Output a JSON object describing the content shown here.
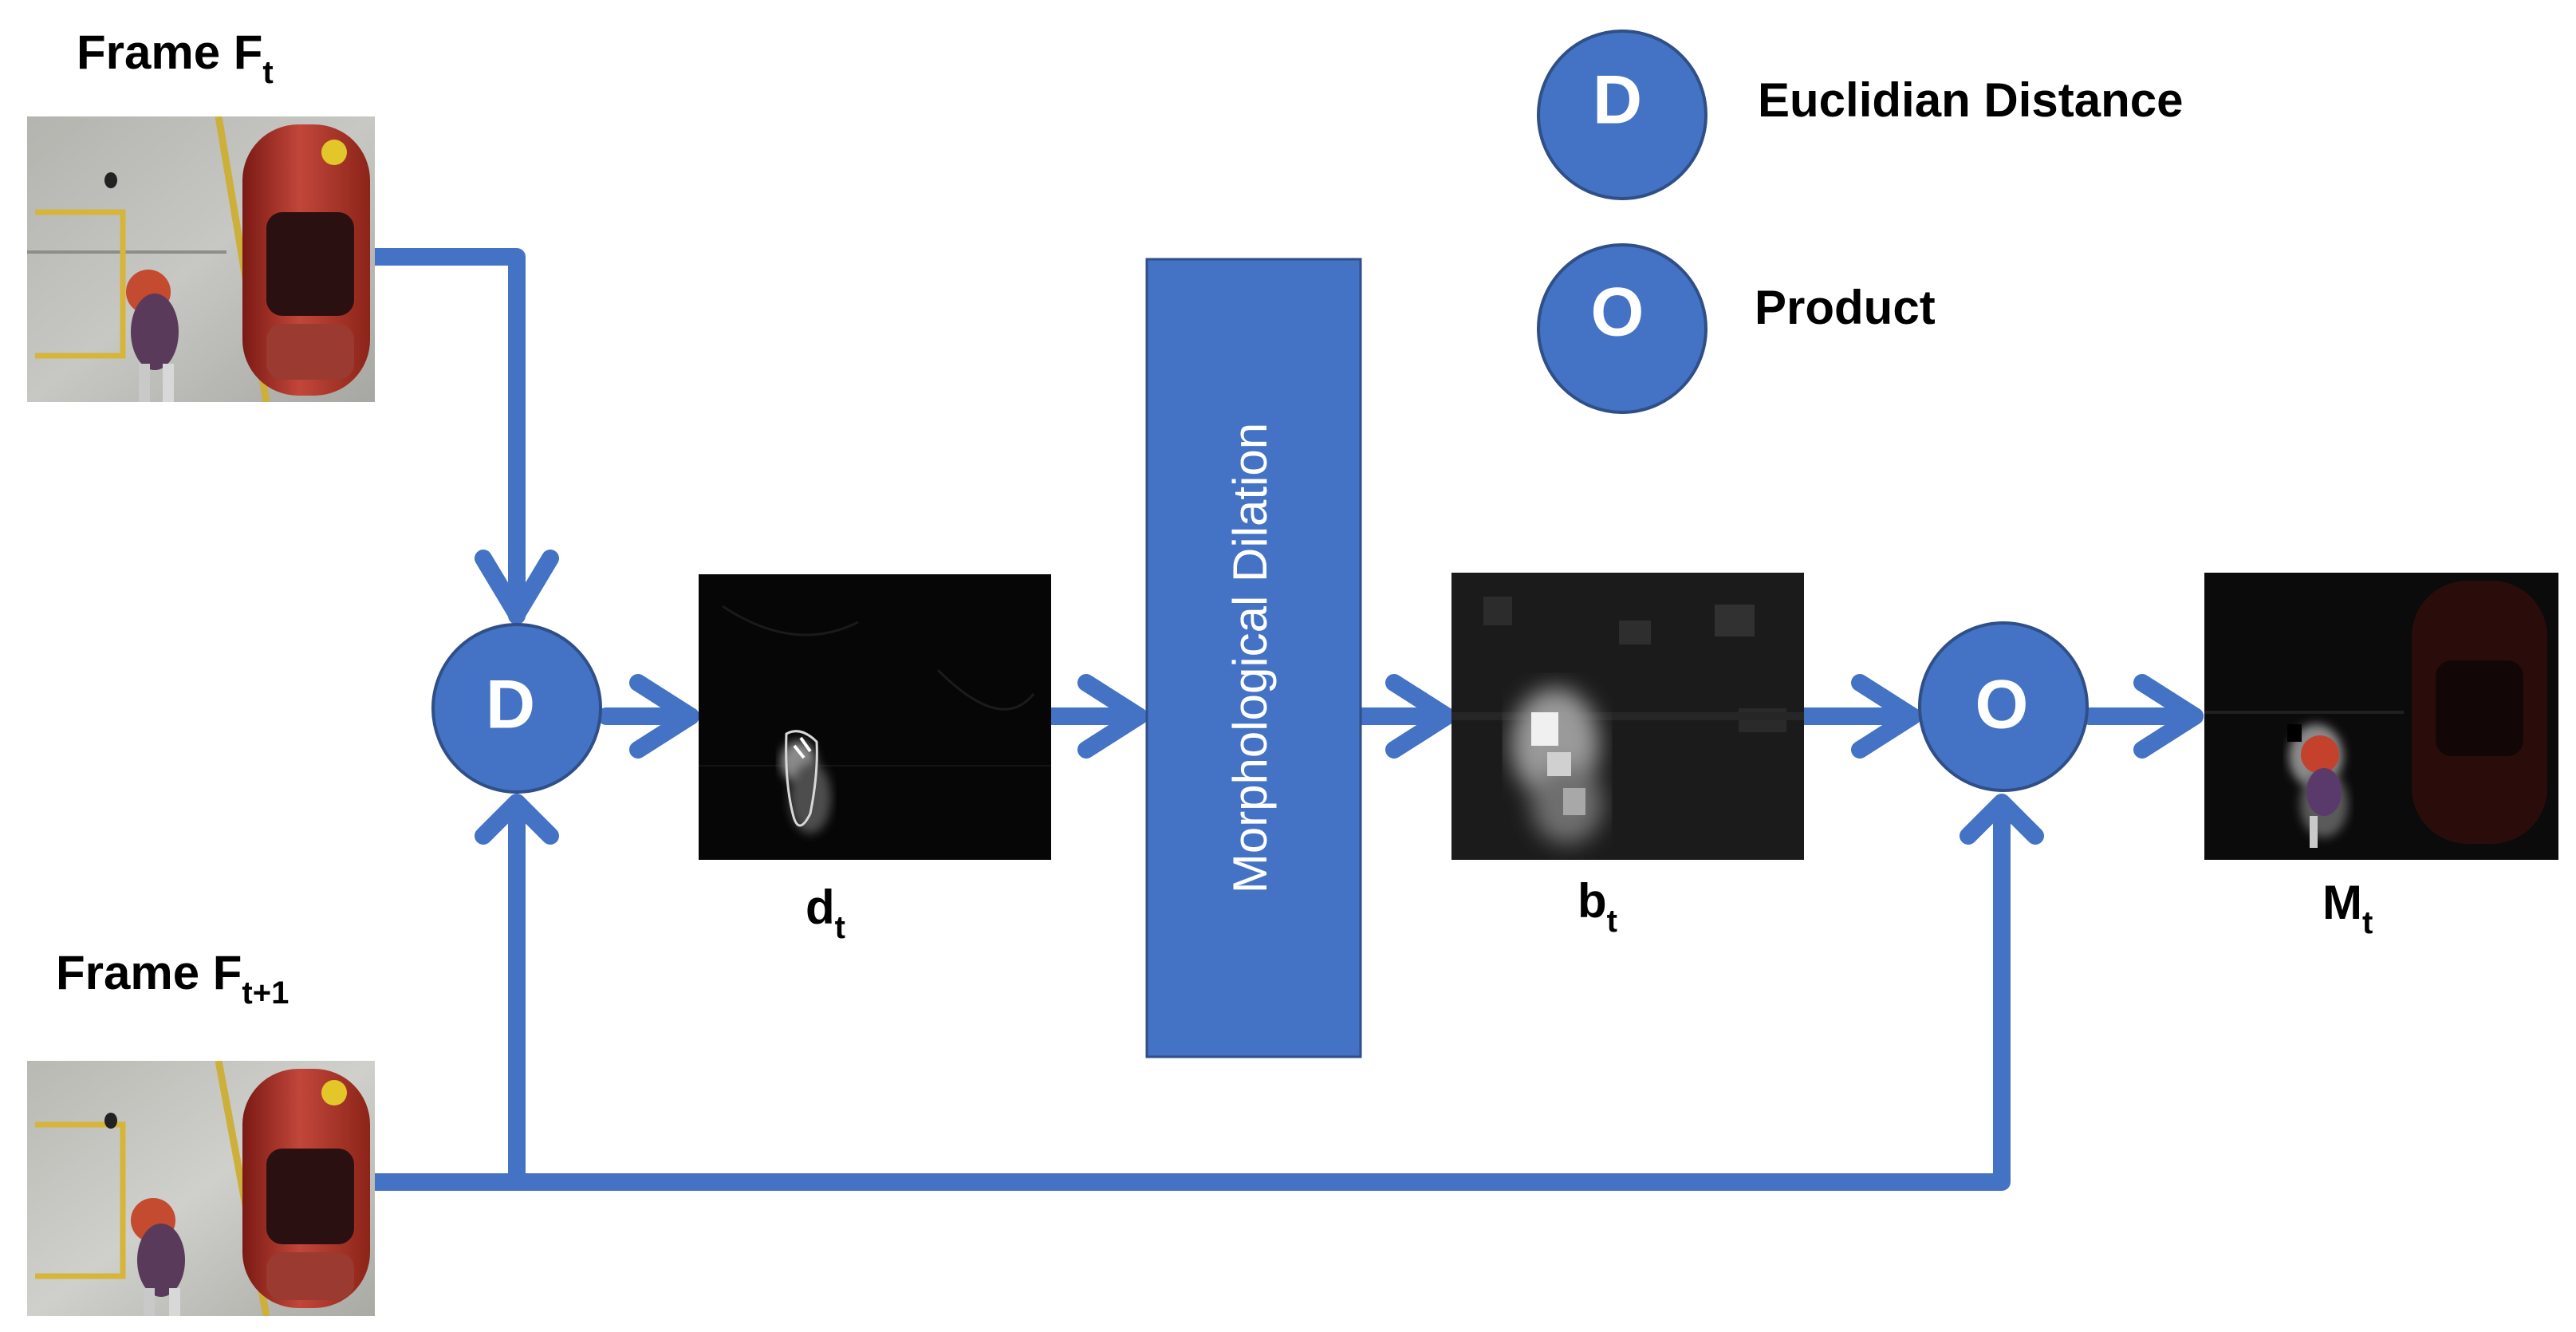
{
  "colors": {
    "accent": "#4472c4",
    "node_stroke": "#2f4f86",
    "label": "#000000",
    "background": "#ffffff"
  },
  "labels": {
    "frame_t": {
      "main": "Frame F",
      "sub": "t"
    },
    "frame_t1": {
      "main": "Frame F",
      "sub": "t+1"
    },
    "d_t": {
      "main": "d",
      "sub": "t"
    },
    "b_t": {
      "main": "b",
      "sub": "t"
    },
    "m_t": {
      "main": "M",
      "sub": "t"
    }
  },
  "nodes": {
    "distance": "D",
    "product": "O"
  },
  "block": {
    "dilation": "Morphological Dilation"
  },
  "legend": {
    "distance": {
      "symbol": "D",
      "label": "Euclidian Distance"
    },
    "product": {
      "symbol": "O",
      "label": "Product"
    }
  },
  "images": {
    "frame_t": "frame-image",
    "frame_t1": "frame-image",
    "d_t": "distance-map-image",
    "b_t": "dilated-mask-image",
    "m_t": "masked-frame-image"
  }
}
